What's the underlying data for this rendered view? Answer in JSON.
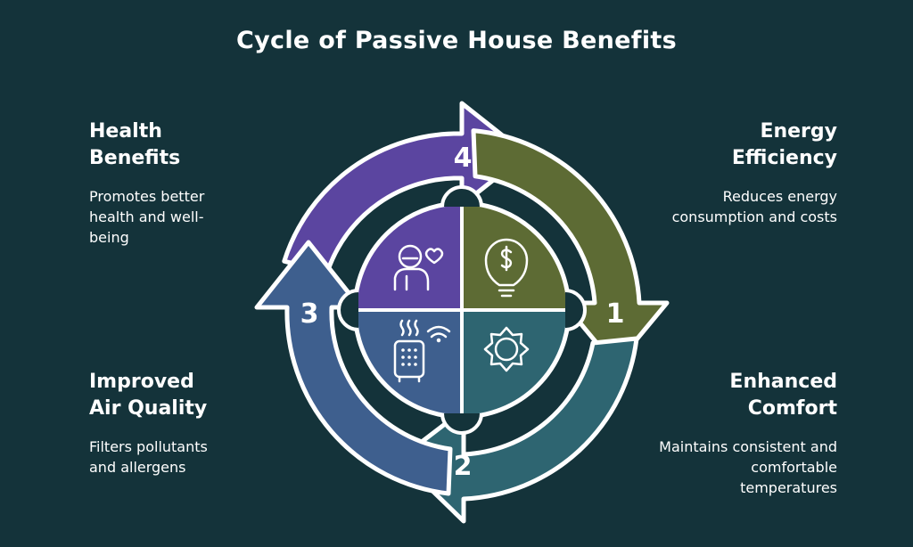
{
  "title": "Cycle of Passive House Benefits",
  "steps": [
    {
      "number": "1",
      "heading_line1": "Energy",
      "heading_line2": "Efficiency",
      "description": "Reduces energy consumption and costs",
      "color": "#5d6b34",
      "icon": "money-lightbulb-icon"
    },
    {
      "number": "2",
      "heading_line1": "Enhanced",
      "heading_line2": "Comfort",
      "description": "Maintains consistent and comfortable temperatures",
      "color": "#2e6571",
      "icon": "sun-icon"
    },
    {
      "number": "3",
      "heading_line1": "Improved",
      "heading_line2": "Air Quality",
      "description": "Filters pollutants and allergens",
      "color": "#3e5f8e",
      "icon": "air-purifier-wifi-icon"
    },
    {
      "number": "4",
      "heading_line1": "Health",
      "heading_line2": "Benefits",
      "description": "Promotes better health and well-being",
      "color": "#5b45a0",
      "icon": "person-heart-icon"
    }
  ]
}
